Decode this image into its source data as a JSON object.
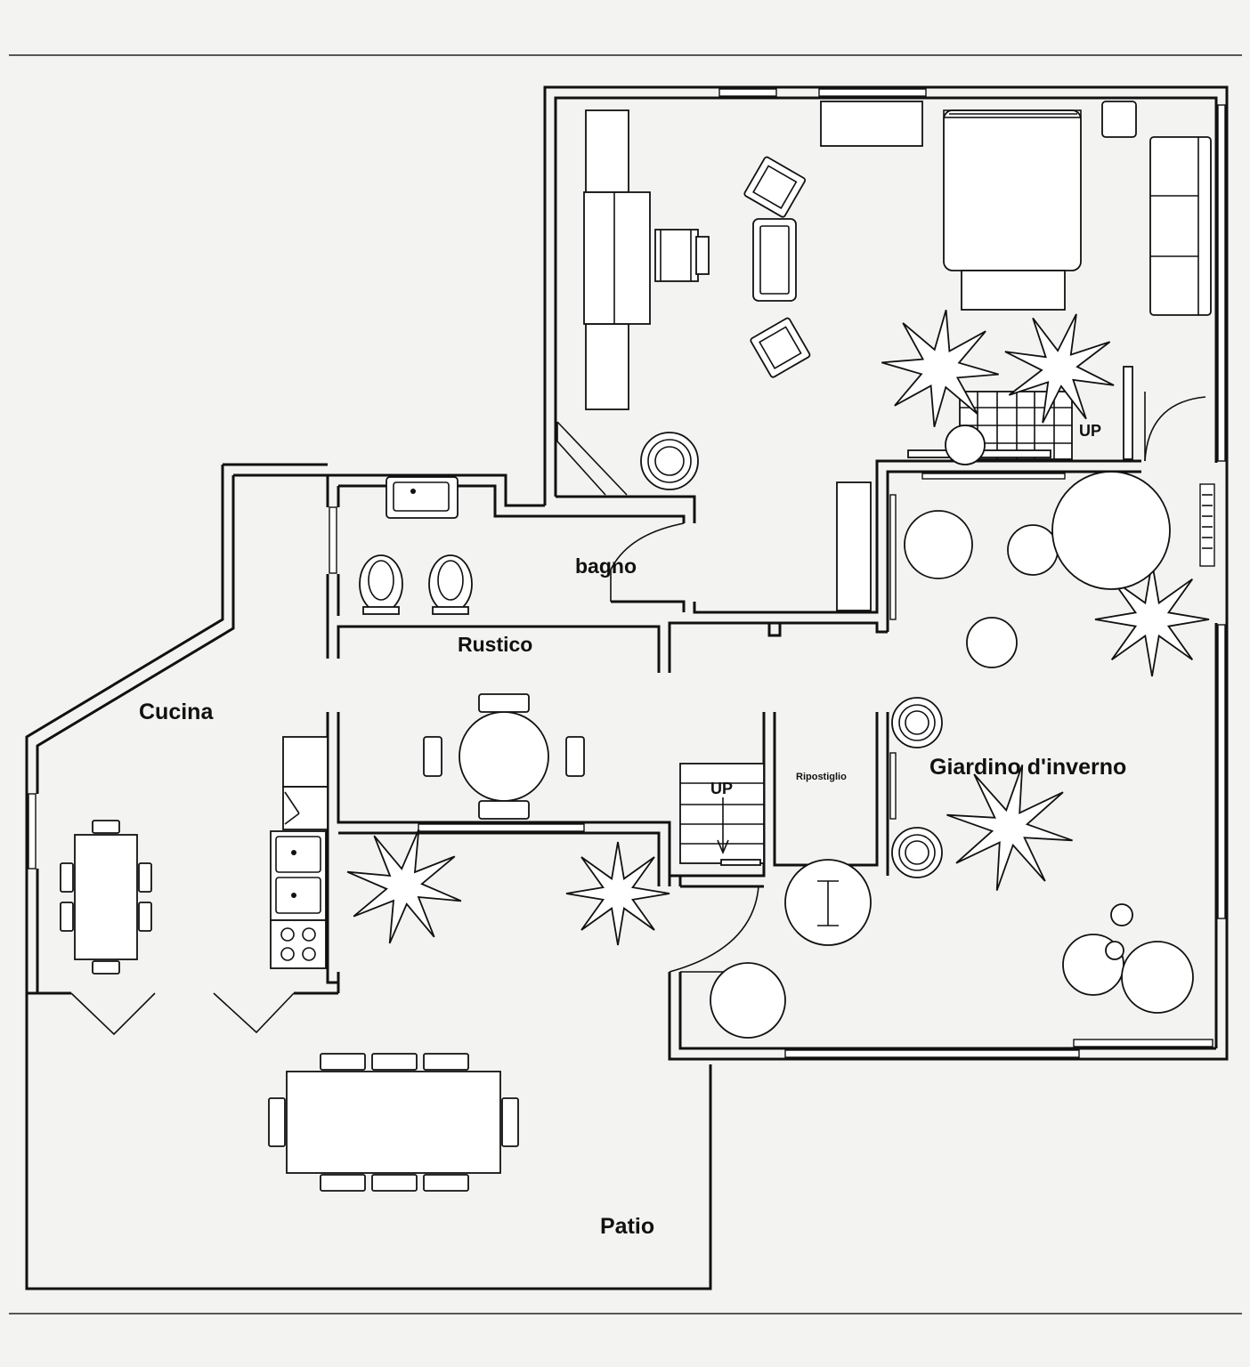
{
  "rooms": {
    "bagno": "bagno",
    "rustico": "Rustico",
    "cucina": "Cucina",
    "ripostiglio": "Ripostiglio",
    "giardino": "Giardino d'inverno",
    "patio": "Patio"
  },
  "stairs": {
    "upper": "UP",
    "lower": "UP"
  },
  "colors": {
    "ink": "#111111",
    "paper": "#f3f3f1"
  }
}
